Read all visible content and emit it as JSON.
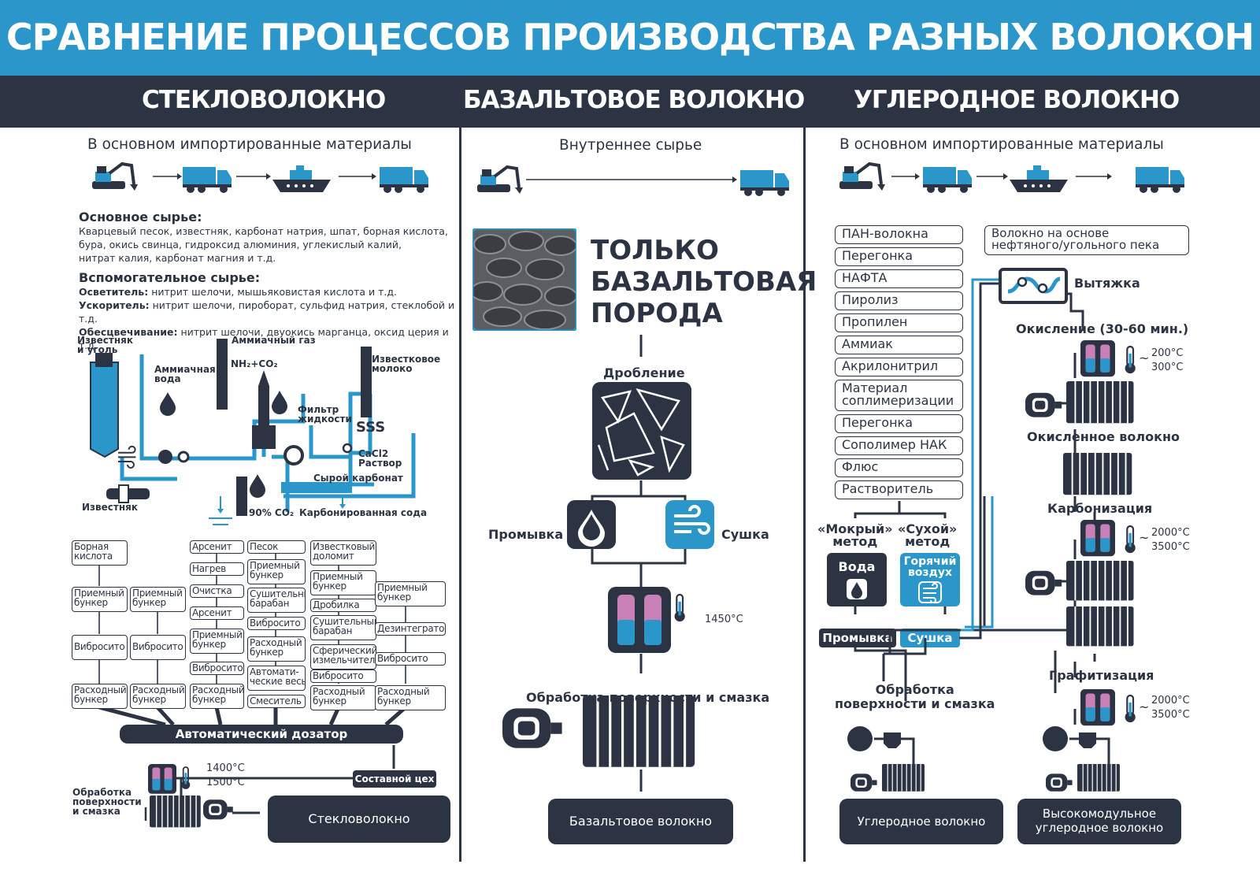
{
  "title": "СРАВНЕНИЕ ПРОЦЕССОВ ПРОИЗВОДСТВА РАЗНЫХ ВОЛОКОН",
  "columns": {
    "glass": "СТЕКЛОВОЛОКНО",
    "basalt": "БАЗАЛЬТОВОЕ ВОЛОКНО",
    "carbon": "УГЛЕРОДНОЕ ВОЛОКНО"
  },
  "glass": {
    "sourcing": "В основном импортированные материалы",
    "raw_title": "Основное сырье:",
    "raw_lines": [
      "Кварцевый песок, известняк, карбонат натрия, шпат, борная кислота,",
      "бура, окись свинца, гидроксид алюминия, углекислый калий,",
      "нитрат калия, карбонат магния и т.д."
    ],
    "aux_title": "Вспомогательное сырье:",
    "aux": [
      {
        "key": "Осветитель:",
        "val": "нитрит шелочи, мышьяковистая кислота и т.д."
      },
      {
        "key": "Ускоритель:",
        "val": "нитрит шелочи, пироборат, сульфид натрия, стеклобой и т.д."
      },
      {
        "key": "Обесцвечивание:",
        "val": "нитрит шелочи, двуокись марганца, оксид церия и т.д."
      }
    ],
    "chem": {
      "limestone_coal": "Известняк\nи уголь",
      "ammonia_water": "Аммиачная\nвода",
      "ammonia_gas": "Аммиачный газ",
      "nh2co2": "NH₂+CO₂",
      "filter": "Фильтр\nжидкости",
      "lime_milk": "Известковое\nмолоко",
      "cacl2": "CaCl2\nРаствор",
      "raw_carbonate": "Сырой карбонат",
      "limestone": "Известняк",
      "co2": "90% CO₂",
      "carb_soda": "Карбонированная сода",
      "sss": "SSS"
    },
    "grid": {
      "c1": [
        "Борная\nкислота",
        "Приемный\nбункер",
        "Вибросито",
        "Расходный\nбункер"
      ],
      "c2": [
        "Приемный\nбункер",
        "Вибросито",
        "Расходный\nбункер"
      ],
      "c3": [
        "Арсенит",
        "Нагрев",
        "Очистка",
        "Арсенит",
        "Приемный\nбункер",
        "Вибросито",
        "Расходный\nбункер"
      ],
      "c4": [
        "Песок",
        "Приемный\nбункер",
        "Сушительный\nбарабан",
        "Вибросито",
        "Расходный\nбункер",
        "Автомати-\nческие весы",
        "Смеситель"
      ],
      "c5": [
        "Известковый\nдоломит",
        "Приемный\nбункер",
        "Дробилка",
        "Сушительный\nбарабан",
        "Сферический\nизмельчитель",
        "Вибросито",
        "Расходный\nбункер"
      ],
      "c6": [
        "Приемный\nбункер",
        "Дезинтегратор",
        "Вибросито",
        "Расходный\nбункер"
      ]
    },
    "dosator": "Автоматический дозатор",
    "workshop": "Составной цех",
    "temp1": "1400°C",
    "temp2": "1500°C",
    "surface": "Обработка\nповерхности\nи смазка",
    "result": "Стекловолокно"
  },
  "basalt": {
    "sourcing": "Внутреннее сырье",
    "only": [
      "ТОЛЬКО",
      "БАЗАЛЬТОВАЯ",
      "ПОРОДА"
    ],
    "crushing": "Дробление",
    "washing": "Промывка",
    "drying": "Сушка",
    "temp": "1450°C",
    "surface": "Обработка поверхности и смазка",
    "result": "Базальтовое волокно"
  },
  "carbon": {
    "sourcing": "В основном импортированные материалы",
    "chain": [
      "ПАН-волокна",
      "Перегонка",
      "НАФТА",
      "Пиролиз",
      "Пропилен",
      "Аммиак",
      "Акрилонитрил",
      "Материал\nсоплимеризации",
      "Перегонка",
      "Сополимер НАК",
      "Флюс",
      "Растворитель"
    ],
    "pitch": "Волокно на основе\nнефтяного/угольного пека",
    "wet": "«Мокрый»\nметод",
    "dry": "«Сухой»\nметод",
    "water": "Вода",
    "hot_air": "Горячий\nвоздух",
    "washing": "Промывка",
    "drying": "Сушка",
    "stretch": "Вытяжка",
    "oxidation": "Окисление (30-60 мин.)",
    "ox_t1": "200°C",
    "ox_t2": "300°C",
    "oxidized": "Окисленное волокно",
    "carbonization": "Карбонизация",
    "c_t1": "2000°C",
    "c_t2": "3500°C",
    "graphitization": "Графитизация",
    "g_t1": "2000°C",
    "g_t2": "3500°C",
    "surface": "Обработка\nповерхности и смазка",
    "result1": "Углеродное волокно",
    "result2": "Высокомодульное\nуглеродное волокно"
  },
  "colors": {
    "blue": "#2a96c9",
    "navy": "#2c3444",
    "pink": "#d98bb8"
  }
}
